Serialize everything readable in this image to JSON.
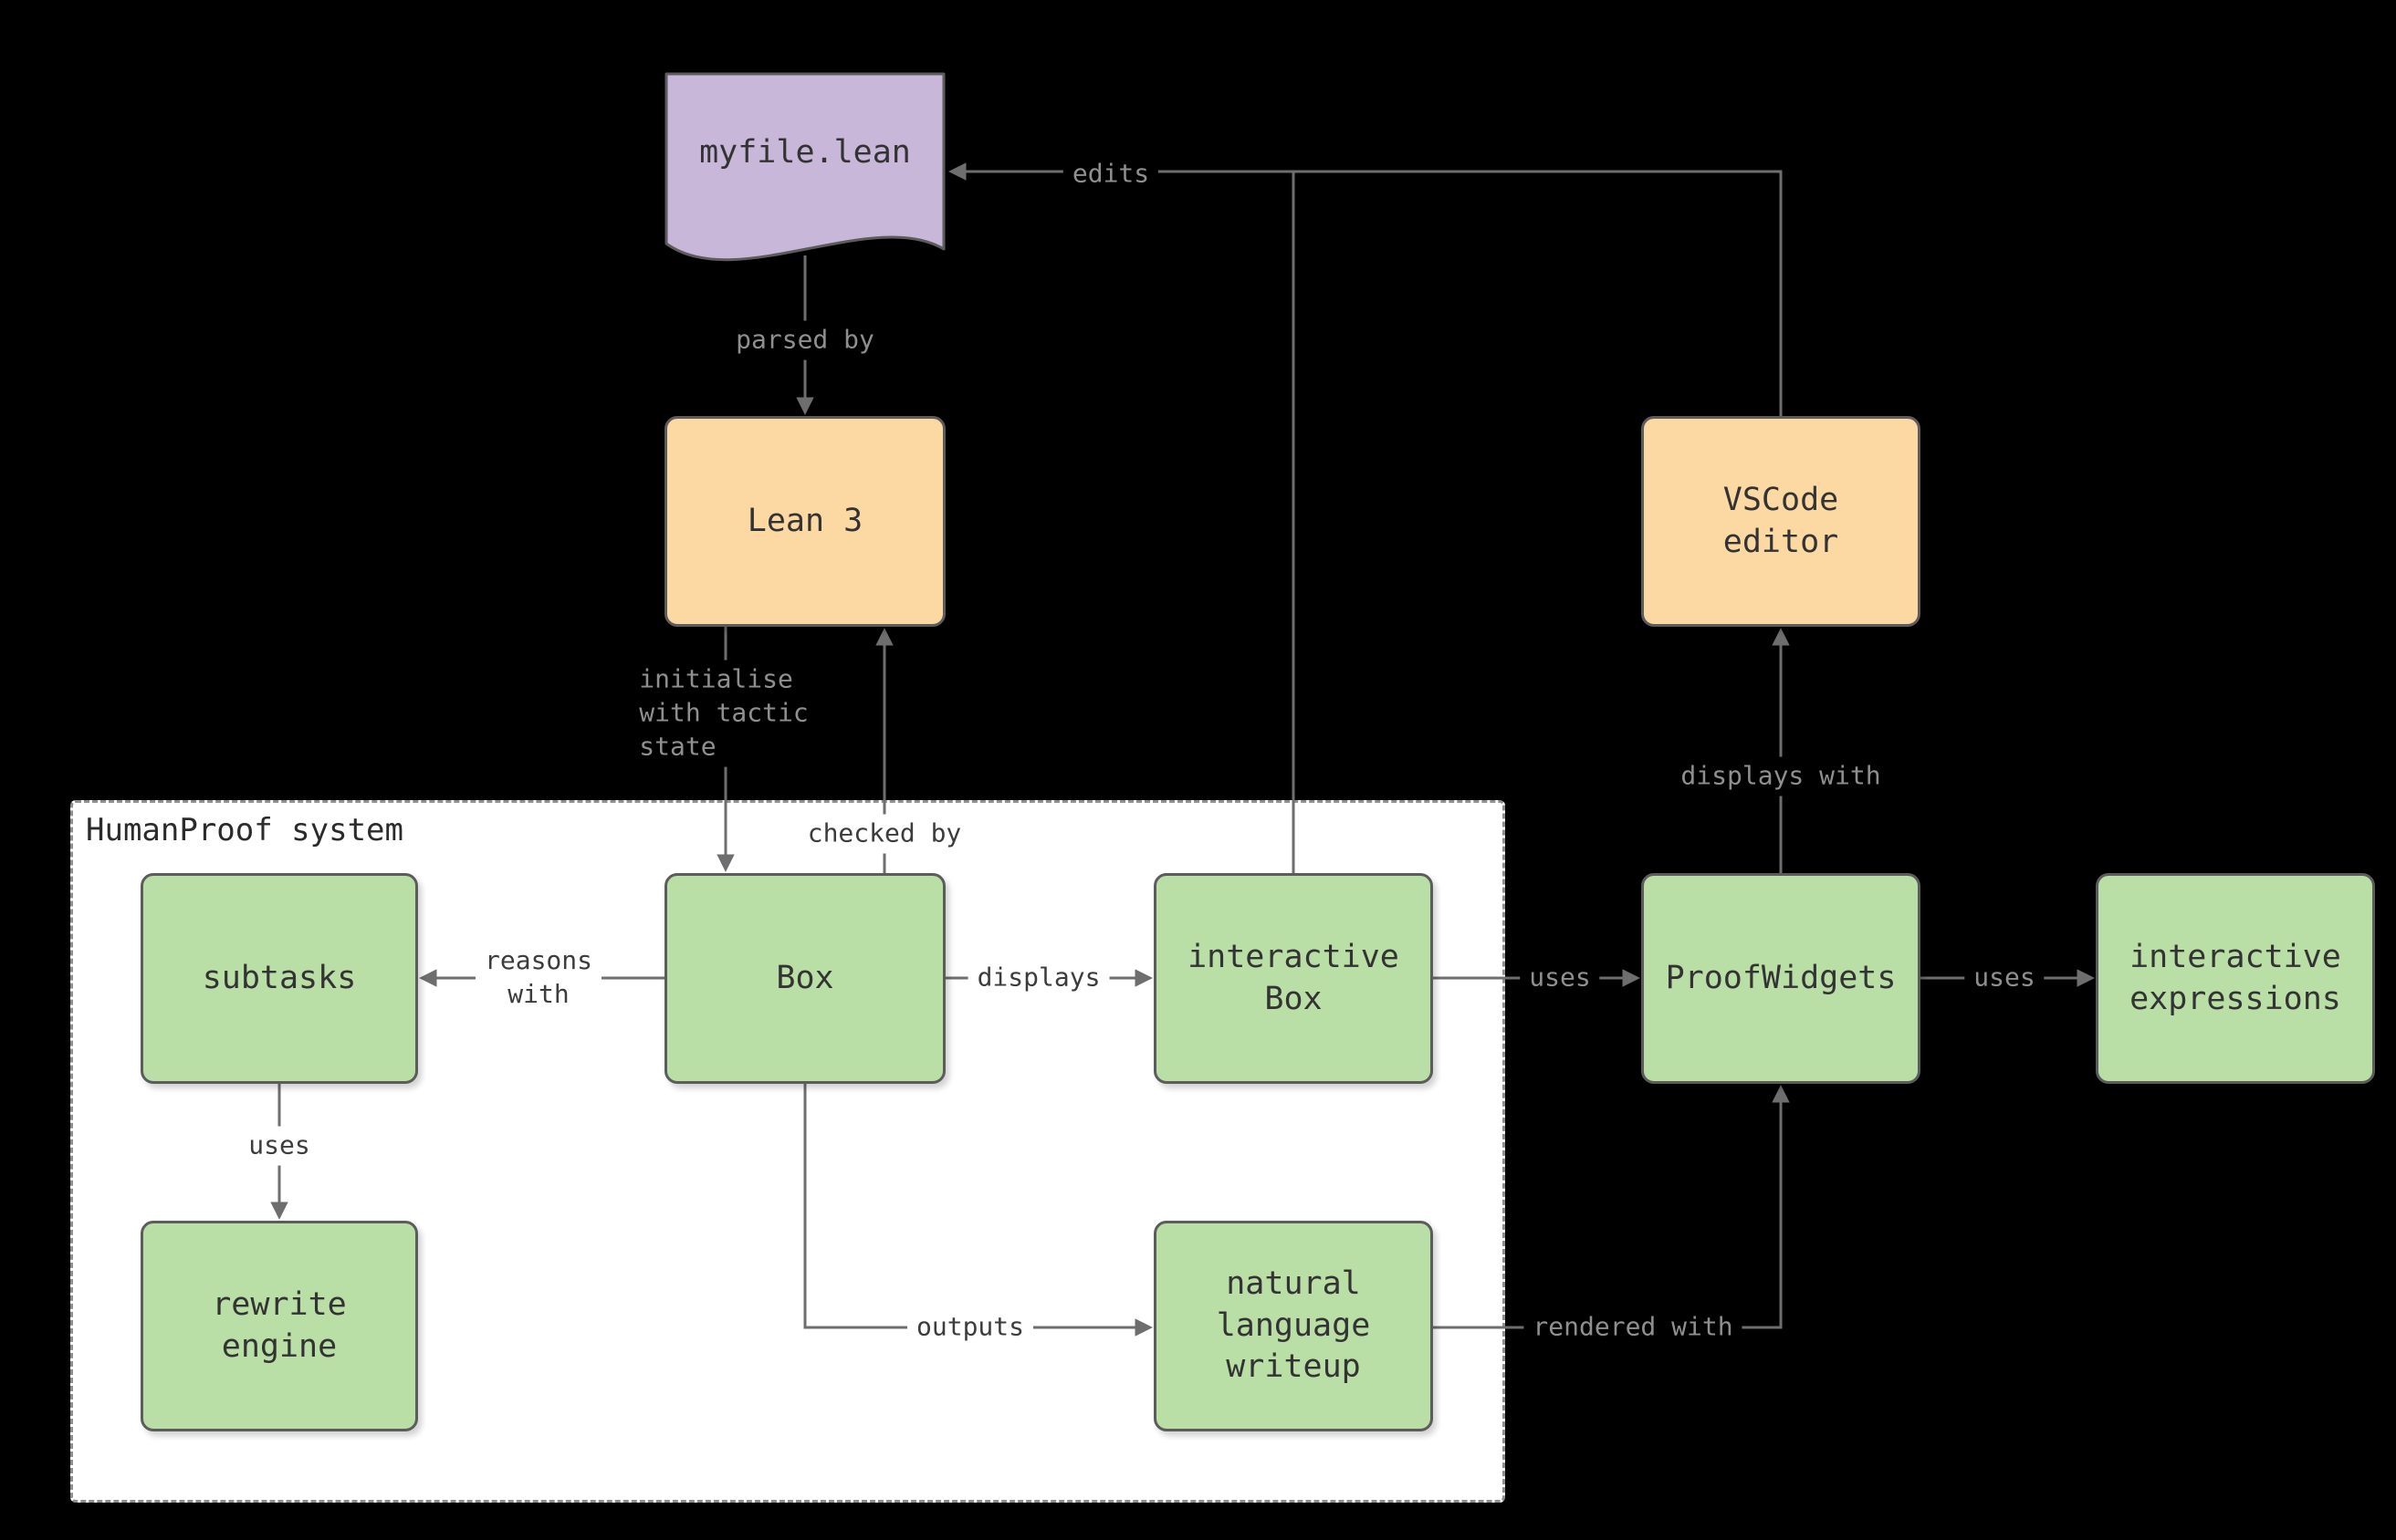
{
  "diagram": {
    "container": {
      "title": "HumanProof system"
    },
    "nodes": {
      "myfile": {
        "label": "myfile.lean",
        "type": "document",
        "fill": "#c9b7d9"
      },
      "lean3": {
        "label": "Lean 3",
        "fill": "#fcd8a3"
      },
      "vscode": {
        "label": "VSCode\neditor",
        "fill": "#fcd8a3"
      },
      "subtasks": {
        "label": "subtasks",
        "fill": "#badfa6"
      },
      "box": {
        "label": "Box",
        "fill": "#badfa6"
      },
      "interactive_box": {
        "label": "interactive\nBox",
        "fill": "#badfa6"
      },
      "rewrite_engine": {
        "label": "rewrite\nengine",
        "fill": "#badfa6"
      },
      "nl_writeup": {
        "label": "natural\nlanguage\nwriteup",
        "fill": "#badfa6"
      },
      "proofwidgets": {
        "label": "ProofWidgets",
        "fill": "#badfa6"
      },
      "interactive_expressions": {
        "label": "interactive\nexpressions",
        "fill": "#badfa6"
      }
    },
    "edges": {
      "parsed_by": {
        "from": "myfile.lean",
        "to": "Lean 3",
        "label": "parsed by"
      },
      "initialise": {
        "from": "Lean 3",
        "to": "Box",
        "label": "initialise\nwith tactic\nstate"
      },
      "checked_by": {
        "from": "Box",
        "to": "Lean 3",
        "label": "checked by"
      },
      "reasons_with": {
        "from": "Box",
        "to": "subtasks",
        "label": "reasons\nwith"
      },
      "displays": {
        "from": "Box",
        "to": "interactive Box",
        "label": "displays"
      },
      "uses_rewrite": {
        "from": "subtasks",
        "to": "rewrite engine",
        "label": "uses"
      },
      "outputs": {
        "from": "Box",
        "to": "natural language writeup",
        "label": "outputs"
      },
      "uses_proofwidgets": {
        "from": "interactive Box",
        "to": "ProofWidgets",
        "label": "uses"
      },
      "uses_expressions": {
        "from": "ProofWidgets",
        "to": "interactive expressions",
        "label": "uses"
      },
      "displays_with": {
        "from": "ProofWidgets",
        "to": "VSCode editor",
        "label": "displays with"
      },
      "rendered_with": {
        "from": "natural language writeup",
        "to": "ProofWidgets",
        "label": "rendered with"
      },
      "edits": {
        "from": "VSCode editor / interactive Box",
        "to": "myfile.lean",
        "label": "edits"
      }
    },
    "colors": {
      "background": "#000000",
      "document_fill": "#c9b7d9",
      "process_fill": "#fcd8a3",
      "component_fill": "#badfa6",
      "node_border": "#5c5c5c",
      "edge_line": "#6e6e6e",
      "label_on_dark": "#8f8f8f",
      "label_on_light": "#3c3c3c",
      "container_fill": "#ffffff",
      "container_border": "#8f8f8f"
    }
  }
}
